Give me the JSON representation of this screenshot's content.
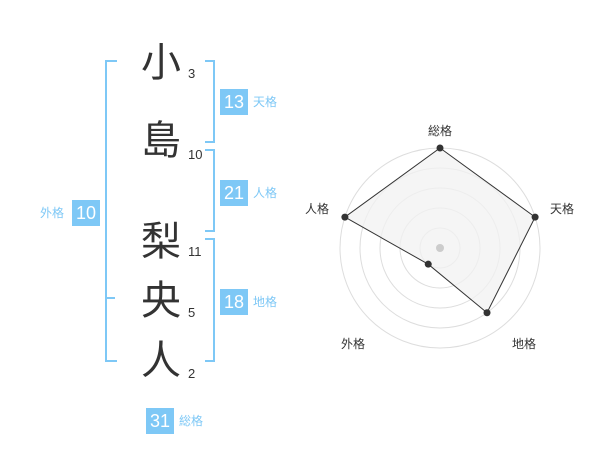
{
  "name": {
    "chars": [
      {
        "char": "小",
        "strokes": "3"
      },
      {
        "char": "島",
        "strokes": "10"
      },
      {
        "char": "梨",
        "strokes": "11"
      },
      {
        "char": "央",
        "strokes": "5"
      },
      {
        "char": "人",
        "strokes": "2"
      }
    ]
  },
  "fortunes": {
    "ten": {
      "value": "13",
      "label": "天格"
    },
    "jin": {
      "value": "21",
      "label": "人格"
    },
    "chi": {
      "value": "18",
      "label": "地格"
    },
    "gai": {
      "value": "10",
      "label": "外格"
    },
    "sou": {
      "value": "31",
      "label": "総格"
    }
  },
  "colors": {
    "accent": "#7ec8f6",
    "text": "#333333",
    "radar_fill": "#f1f1f1",
    "ring": "#dddddd"
  },
  "chart_data": {
    "type": "radar",
    "axes": [
      "総格",
      "天格",
      "地格",
      "外格",
      "人格"
    ],
    "values": [
      5,
      5,
      4,
      1,
      5
    ],
    "max": 5
  }
}
